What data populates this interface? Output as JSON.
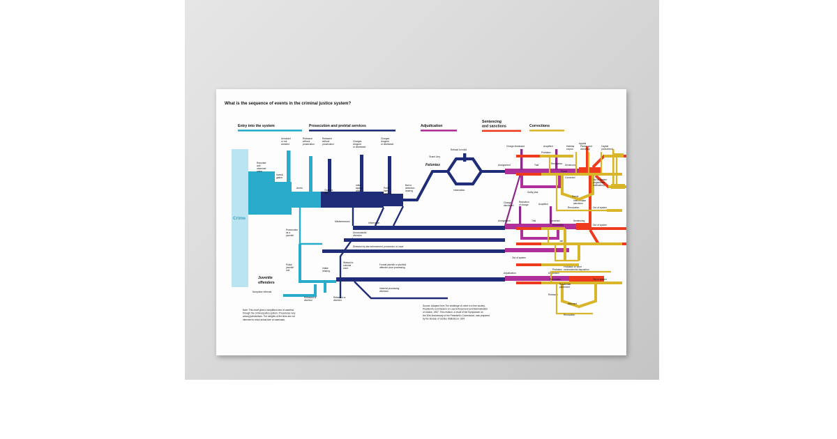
{
  "poster": {
    "title": "What is the sequence of events in the criminal justice system?",
    "note": "Note: This chart gives a simplified view of caseflow through the criminal justice system. Procedures vary among jurisdictions. The weights of the lines are not intended to show actual size of caseloads.",
    "source": "Source: Adapted from The challenge of crime in a free society. President's Commission on Law Enforcement and Administration of Justice, 1967. This revision, a result of the Symposium on the 30th Anniversary of the President's Commission, was prepared by the Bureau of Justice Statistics in 1997."
  },
  "colors": {
    "entry": "#29ABCB",
    "entry_light": "#BBE4F2",
    "prosecution": "#1F2D78",
    "adjudication": "#B0309B",
    "adjudication_dark": "#8B2A8B",
    "sentencing": "#EE3B1E",
    "corrections": "#D9B52A",
    "text": "#111111",
    "paper": "#FDFDFD",
    "backdrop": "#CFCFCF"
  },
  "sections": [
    {
      "id": "entry",
      "label": "Entry into the system",
      "color": "#29ABCB"
    },
    {
      "id": "prosecution",
      "label": "Prosecution and pretrial services",
      "color": "#1F2D78"
    },
    {
      "id": "adjudication",
      "label": "Adjudication",
      "color": "#B0309B"
    },
    {
      "id": "sentencing",
      "label": "Sentencing\nand sanctions",
      "color": "#EE3B1E"
    },
    {
      "id": "corrections",
      "label": "Corrections",
      "color": "#D9B52A"
    }
  ],
  "stage_labels": {
    "crime": "Crime",
    "juvenile_offenders": "Juvenile\noffenders",
    "felonies": "Felonies"
  },
  "entry_labels": [
    "Reported and observed crime",
    "Unsolved or not arrested",
    "Investigation",
    "Released without prosecution",
    "Arrest",
    "Prosecution as a juvenile",
    "Police juvenile unit",
    "Nonpolice referrals"
  ],
  "prosecution_labels": [
    "Released without prosecution",
    "Charges filed",
    "Charges dropped or dismissed",
    "Initial appearance",
    "Preliminary hearing",
    "Charges dropped or dismissed",
    "Bail or detention hearing",
    "Refusal to indict",
    "Grand Jury",
    "Information",
    "Misdemeanors",
    "Unsuccessful diversion",
    "Diversion by law enforcement, prosecutor, or court",
    "Waived to criminal court",
    "Intake hearing",
    "Formal juvenile or youthful offender court processing",
    "Informal processing diversion",
    "Released or diverted"
  ],
  "adjudication_labels": [
    "Charge dismissed",
    "Acquitted",
    "Arraignment",
    "Trial",
    "Convicted",
    "Guilty plea",
    "Reduction of charge",
    "Out of system",
    "Adjudication",
    "Disposition"
  ],
  "sentencing_labels": [
    "Appeal",
    "Sentencing",
    "Intermediate sanctions",
    "Probation or other nonresidential disposition",
    "Released"
  ],
  "corrections_labels": [
    "Probation",
    "Revocation",
    "Prison",
    "Parole",
    "Habeas corpus",
    "Pardon and clemency",
    "Capital punishment",
    "Out of system (registration, notification)",
    "Out of system",
    "Jail",
    "Residential placement",
    "Aftercare",
    "Out of system"
  ],
  "chart_data": {
    "type": "diagram",
    "title": "What is the sequence of events in the criminal justice system?",
    "stages": [
      "Entry into the system",
      "Prosecution and pretrial services",
      "Adjudication",
      "Sentencing and sanctions",
      "Corrections"
    ],
    "tracks": [
      "Felonies",
      "Misdemeanors",
      "Juvenile offenders"
    ],
    "nodes": [
      {
        "id": "crime",
        "label": "Crime",
        "stage": "Entry into the system"
      },
      {
        "id": "reported",
        "label": "Reported and observed crime",
        "stage": "Entry into the system"
      },
      {
        "id": "investigation",
        "label": "Investigation",
        "stage": "Entry into the system"
      },
      {
        "id": "unsolved",
        "label": "Unsolved or not arrested",
        "stage": "Entry into the system"
      },
      {
        "id": "arrest",
        "label": "Arrest",
        "stage": "Entry into the system"
      },
      {
        "id": "released_wo_pros",
        "label": "Released without prosecution",
        "stage": "Entry into the system"
      },
      {
        "id": "charges_filed",
        "label": "Charges filed",
        "stage": "Prosecution and pretrial services"
      },
      {
        "id": "initial_appearance",
        "label": "Initial appearance",
        "stage": "Prosecution and pretrial services"
      },
      {
        "id": "prelim_hearing",
        "label": "Preliminary hearing",
        "stage": "Prosecution and pretrial services"
      },
      {
        "id": "bail",
        "label": "Bail or detention hearing",
        "stage": "Prosecution and pretrial services"
      },
      {
        "id": "grand_jury",
        "label": "Grand Jury",
        "stage": "Prosecution and pretrial services"
      },
      {
        "id": "refusal",
        "label": "Refusal to indict",
        "stage": "Prosecution and pretrial services"
      },
      {
        "id": "information",
        "label": "Information",
        "stage": "Prosecution and pretrial services"
      },
      {
        "id": "arraignment",
        "label": "Arraignment",
        "stage": "Adjudication"
      },
      {
        "id": "trial",
        "label": "Trial",
        "stage": "Adjudication"
      },
      {
        "id": "guilty_plea",
        "label": "Guilty plea",
        "stage": "Adjudication"
      },
      {
        "id": "acquitted",
        "label": "Acquitted",
        "stage": "Adjudication"
      },
      {
        "id": "charge_dismissed",
        "label": "Charge dismissed",
        "stage": "Adjudication"
      },
      {
        "id": "convicted",
        "label": "Convicted",
        "stage": "Adjudication"
      },
      {
        "id": "sentencing",
        "label": "Sentencing",
        "stage": "Sentencing and sanctions"
      },
      {
        "id": "appeal",
        "label": "Appeal",
        "stage": "Sentencing and sanctions"
      },
      {
        "id": "probation",
        "label": "Probation",
        "stage": "Corrections"
      },
      {
        "id": "prison",
        "label": "Prison",
        "stage": "Corrections"
      },
      {
        "id": "parole",
        "label": "Parole",
        "stage": "Corrections"
      },
      {
        "id": "jail",
        "label": "Jail",
        "stage": "Corrections"
      },
      {
        "id": "intermediate",
        "label": "Intermediate sanctions",
        "stage": "Sentencing and sanctions"
      },
      {
        "id": "habeas",
        "label": "Habeas corpus",
        "stage": "Corrections"
      },
      {
        "id": "pardon",
        "label": "Pardon and clemency",
        "stage": "Corrections"
      },
      {
        "id": "capital",
        "label": "Capital punishment",
        "stage": "Corrections"
      },
      {
        "id": "out_reg",
        "label": "Out of system (registration, notification)",
        "stage": "Corrections"
      },
      {
        "id": "aftercare",
        "label": "Aftercare",
        "stage": "Corrections"
      },
      {
        "id": "residential",
        "label": "Residential placement",
        "stage": "Corrections"
      }
    ]
  }
}
